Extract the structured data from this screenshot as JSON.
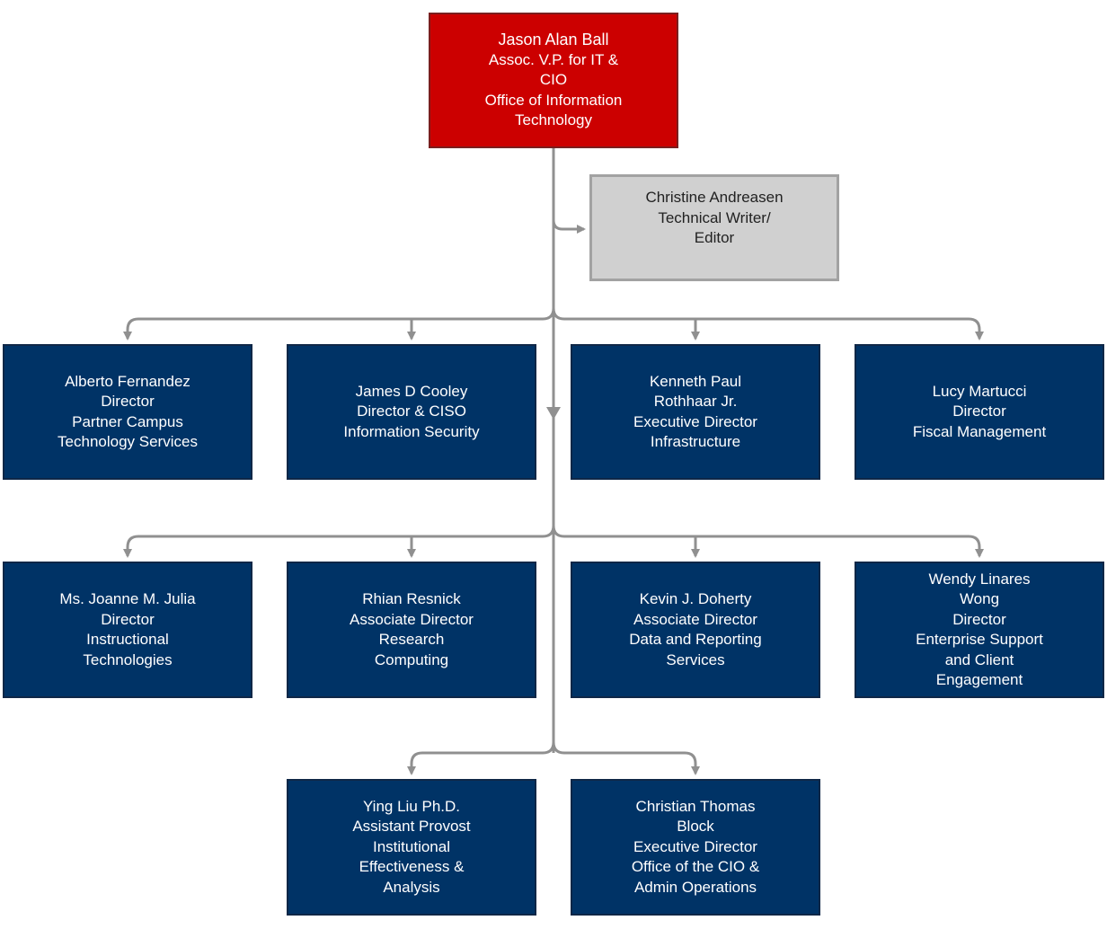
{
  "colors": {
    "root_fill": "#cc0000",
    "staff_fill": "#d0d0d0",
    "report_fill": "#003366",
    "connector": "#909090"
  },
  "root": {
    "lines": [
      "Jason Alan Ball",
      "Assoc. V.P. for IT &",
      "CIO",
      "Office of Information",
      "Technology"
    ]
  },
  "staff": {
    "lines": [
      "Christine Andreasen",
      "Technical Writer/",
      "Editor"
    ]
  },
  "reports": [
    {
      "lines": [
        "Alberto Fernandez",
        "Director",
        "Partner Campus",
        "Technology Services"
      ]
    },
    {
      "lines": [
        "James D Cooley",
        "Director & CISO",
        "Information Security"
      ]
    },
    {
      "lines": [
        "Kenneth Paul",
        "Rothhaar Jr.",
        "Executive Director",
        "Infrastructure"
      ]
    },
    {
      "lines": [
        "Lucy Martucci",
        "Director",
        "Fiscal Management"
      ]
    },
    {
      "lines": [
        "Ms. Joanne M. Julia",
        "Director",
        "Instructional",
        "Technologies"
      ]
    },
    {
      "lines": [
        "Rhian Resnick",
        "Associate Director",
        "Research",
        "Computing"
      ]
    },
    {
      "lines": [
        "Kevin J. Doherty",
        "Associate Director",
        "Data and Reporting",
        "Services"
      ]
    },
    {
      "lines": [
        "Wendy Linares",
        "Wong",
        "Director",
        "Enterprise Support",
        "and Client",
        "Engagement"
      ]
    },
    {
      "lines": [
        "Ying Liu Ph.D.",
        "Assistant Provost",
        "Institutional",
        "Effectiveness &",
        "Analysis"
      ]
    },
    {
      "lines": [
        "Christian Thomas",
        "Block",
        "Executive Director",
        "Office of the CIO &",
        "Admin Operations"
      ]
    }
  ]
}
